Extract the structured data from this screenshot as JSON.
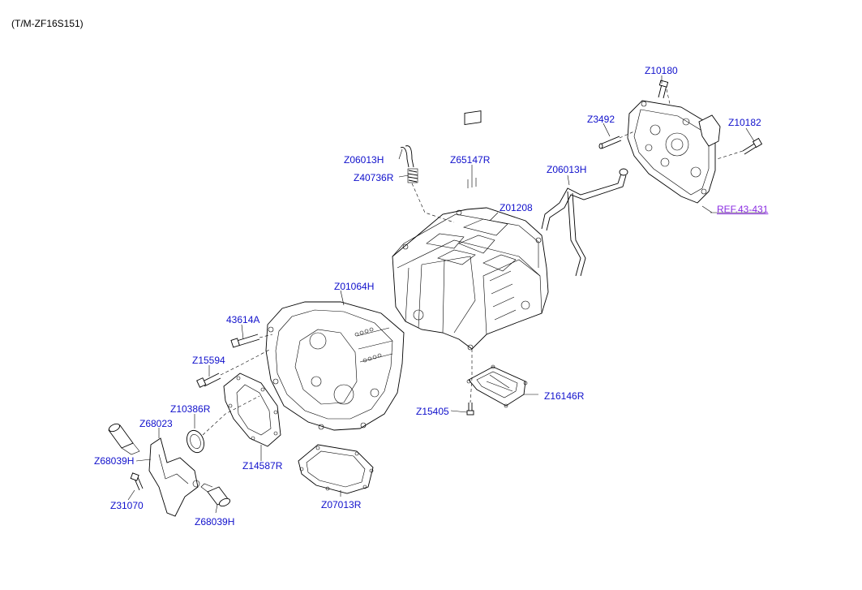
{
  "title": "(T/M-ZF16S151)",
  "callouts": [
    {
      "id": "z10180",
      "text": "Z10180"
    },
    {
      "id": "z3492",
      "text": "Z3492"
    },
    {
      "id": "z10182",
      "text": "Z10182"
    },
    {
      "id": "ref43431",
      "text": "REF.43-431"
    },
    {
      "id": "z06013h_a",
      "text": "Z06013H"
    },
    {
      "id": "z40736r",
      "text": "Z40736R"
    },
    {
      "id": "z65147r",
      "text": "Z65147R"
    },
    {
      "id": "z06013h_b",
      "text": "Z06013H"
    },
    {
      "id": "z01208",
      "text": "Z01208"
    },
    {
      "id": "z01064h",
      "text": "Z01064H"
    },
    {
      "id": "z43614a",
      "text": "43614A"
    },
    {
      "id": "z15594",
      "text": "Z15594"
    },
    {
      "id": "z10386r",
      "text": "Z10386R"
    },
    {
      "id": "z68023",
      "text": "Z68023"
    },
    {
      "id": "z68039h_a",
      "text": "Z68039H"
    },
    {
      "id": "z31070",
      "text": "Z31070"
    },
    {
      "id": "z68039h_b",
      "text": "Z68039H"
    },
    {
      "id": "z14587r",
      "text": "Z14587R"
    },
    {
      "id": "z07013r",
      "text": "Z07013R"
    },
    {
      "id": "z15405",
      "text": "Z15405"
    },
    {
      "id": "z16146r",
      "text": "Z16146R"
    }
  ]
}
